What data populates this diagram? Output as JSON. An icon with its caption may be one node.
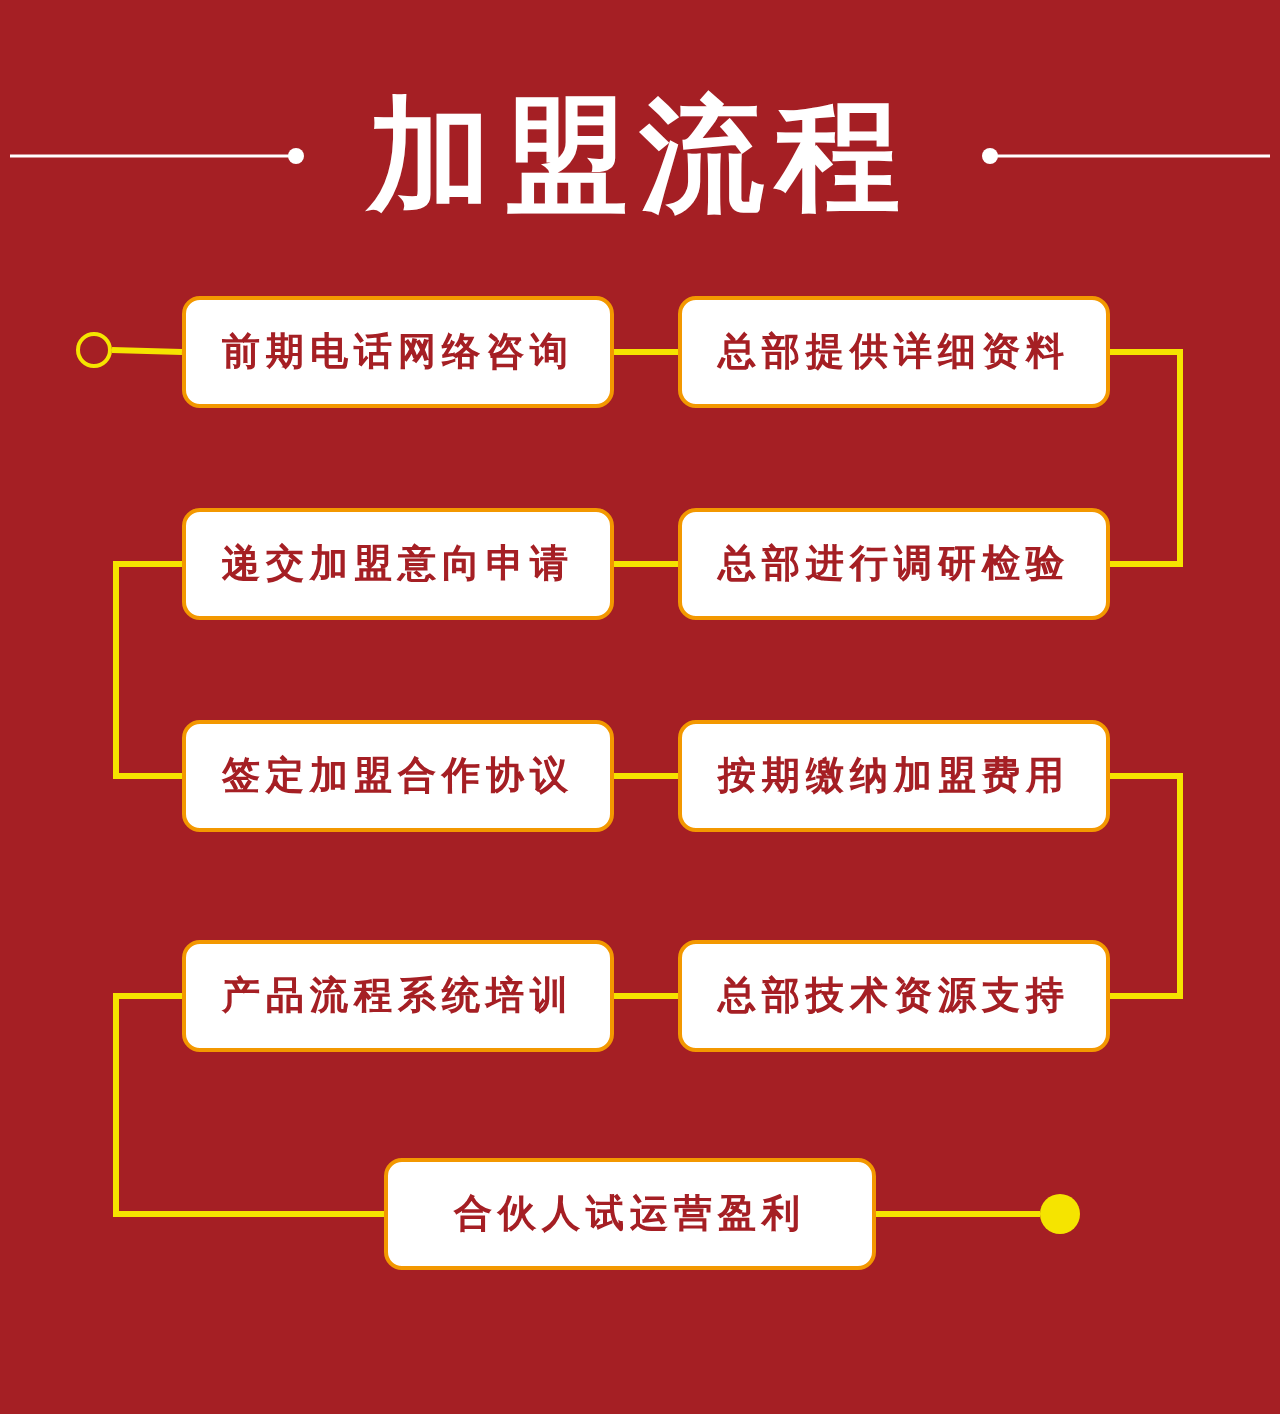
{
  "diagram": {
    "title": "加盟流程",
    "nodes": [
      {
        "text": [],
        "shape": "circle"
      },
      {
        "text": [
          "前期电话网络咨询"
        ]
      },
      {
        "text": [
          "总部提供详细资料"
        ]
      },
      {
        "text": [
          "递交加盟意向申请"
        ]
      },
      {
        "text": [
          "总部进行调研检验"
        ]
      },
      {
        "text": [
          "签定加盟合作协议"
        ]
      },
      {
        "text": [
          "按期缴纳加盟费用"
        ]
      },
      {
        "text": [
          "产品流程系统培训"
        ]
      },
      {
        "text": [
          "总部技术资源支持"
        ]
      },
      {
        "text": [
          "合伙人试运营盈利"
        ]
      },
      {
        "text": [],
        "shape": "circle"
      }
    ],
    "edges": [
      {
        "from": 0,
        "to": 1,
        "arrow": "none"
      },
      {
        "from": 1,
        "to": 2,
        "arrow": "none"
      },
      {
        "from": 2,
        "to": 4,
        "arrow": "none"
      },
      {
        "from": 4,
        "to": 3,
        "arrow": "none"
      },
      {
        "from": 3,
        "to": 5,
        "arrow": "none"
      },
      {
        "from": 5,
        "to": 6,
        "arrow": "none"
      },
      {
        "from": 6,
        "to": 8,
        "arrow": "none"
      },
      {
        "from": 8,
        "to": 7,
        "arrow": "none"
      },
      {
        "from": 7,
        "to": 9,
        "arrow": "none"
      },
      {
        "from": 9,
        "to": 10,
        "arrow": "none"
      }
    ]
  }
}
